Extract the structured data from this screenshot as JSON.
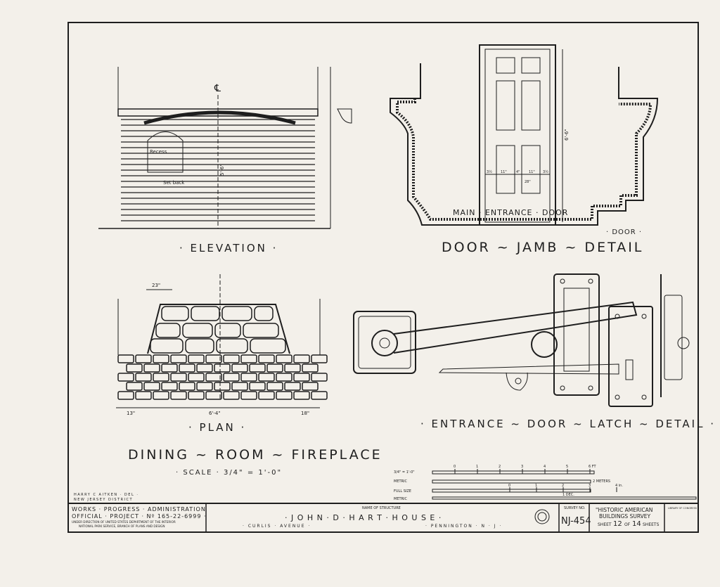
{
  "elevation": {
    "title": "· ELEVATION ·",
    "recess": "Recess",
    "set_back": "Set back",
    "centerline": "℄",
    "height_dim": "5'-6\""
  },
  "door_jamb": {
    "title": "DOOR ~ JAMB ~ DETAIL",
    "door_label": "MAIN · ENTRANCE · DOOR",
    "door_small": "· DOOR ·",
    "height_dim": "6'-6\"",
    "widths": [
      "3½",
      "11\"",
      "4\"",
      "11\"",
      "3½"
    ],
    "total_width": "28\""
  },
  "plan": {
    "title": "· PLAN ·",
    "dim_top": "23\"",
    "dim_left": "13\"",
    "dim_center": "6'-4\"",
    "dim_right": "18\""
  },
  "fireplace": {
    "title": "DINING ~ ROOM ~ FIREPLACE",
    "scale": "· SCALE · 3/4\" = 1'-0\""
  },
  "latch": {
    "title": "· ENTRANCE ~ DOOR ~ LATCH ~ DETAIL ·"
  },
  "scales": {
    "s1_label": "3/4\" = 1'-0\"",
    "s1_ticks": [
      "0",
      "1",
      "2",
      "3",
      "4",
      "5",
      "6 FT"
    ],
    "s2_label": "METRIC",
    "s2_end": "2 METERS",
    "s3_label": "FULL SIZE",
    "s3_ticks": [
      "0",
      "1",
      "2",
      "3",
      "4 in."
    ],
    "s4_label": "METRIC",
    "s4_end": "1 DEC."
  },
  "credits": {
    "line1": "HARRY C AITKEN · DEL ·",
    "line2": "NEW JERSEY   DISTRICT"
  },
  "title_block": {
    "agency1": "WORKS · PROGRESS · ADMINISTRATION",
    "agency2": "OFFICIAL · PROJECT · Nº 165-22-6999 ·",
    "agency3": "UNDER DIRECTION OF UNITED STATES DEPARTMENT OF THE INTERIOR",
    "agency4": "NATIONAL PARK SERVICE, BRANCH OF PLANS AND DESIGN",
    "name_caption": "NAME OF STRUCTURE",
    "structure": "· J O H N · D · H A R T · H O U S E ·",
    "street": "· CURLIS · AVENUE ·",
    "town": "· PENNINGTON · N · J ·",
    "survey_caption": "SURVEY NO.",
    "survey_no": "NJ-454",
    "habs1": "\"HISTORIC AMERICAN",
    "habs2": "BUILDINGS SURVEY",
    "sheet_pre": "SHEET",
    "sheet_no": "12",
    "sheet_of": "OF",
    "sheet_total": "14",
    "sheet_post": "SHEETS",
    "library": "LIBRARY OF CONGRESS"
  }
}
